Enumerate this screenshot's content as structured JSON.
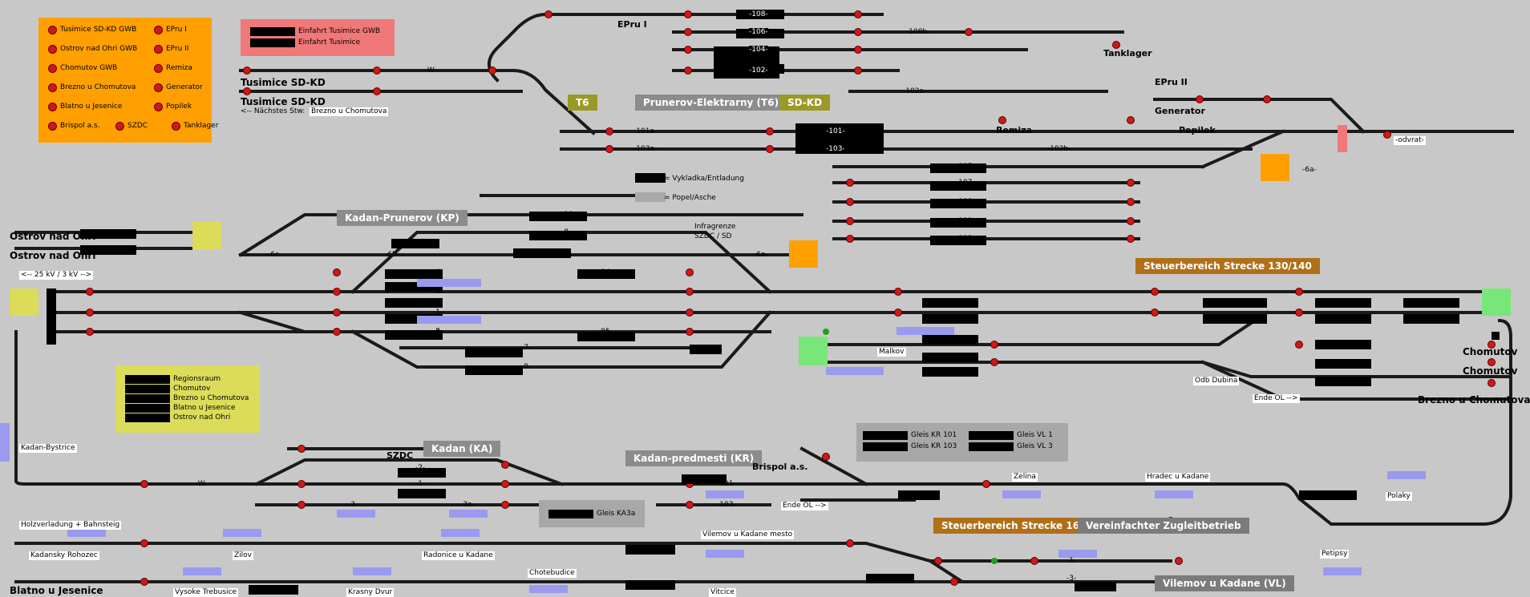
{
  "colors": {
    "background": "#c8c8c8",
    "track": "#1a1a1a",
    "signal_red": "#d01818",
    "signal_green": "#1ea01e",
    "panel_orange": "#ffa000",
    "panel_red": "#f07878",
    "panel_yellow": "#dcdc5a",
    "occupancy_blue": "#9a9af0",
    "zone_green": "#78e678"
  },
  "stations": {
    "tusimice_1": "Tusimice SD-KD",
    "tusimice_2": "Tusimice SD-KD",
    "ostrov_1": "Ostrov nad Ohri",
    "ostrov_2": "Ostrov nad Ohri",
    "chomutov_1": "Chomutov",
    "chomutov_2": "Chomutov",
    "brezno": "Brezno u Chomutova",
    "blatno": "Blatno u Jesenice",
    "epru1": "EPru I",
    "epru2": "EPru II",
    "tanklager": "Tanklager",
    "generator": "Generator",
    "popilek": "Popilek",
    "remiza": "Remiza",
    "szdc": "SZDC",
    "brispol": "Brispol a.s."
  },
  "banners": {
    "t6": "T6",
    "prunerov_elektrarny": "Prunerov-Elektrarny (T6)",
    "sd_kd": "SD-KD",
    "kadan_prunerov": "Kadan-Prunerov (KP)",
    "kadan_ka": "Kadan (KA)",
    "kadan_predmesti": "Kadan-predmesti (KR)",
    "steuer_130_140": "Steuerbereich Strecke 130/140",
    "steuer_164": "Steuerbereich Strecke 164",
    "vereinfachter": "Vereinfachter Zugleitbetrieb",
    "vilemov_vl": "Vilemov u Kadane (VL)"
  },
  "orange_panel": {
    "left": [
      "Tusimice SD-KD GWB",
      "Ostrov nad Ohri GWB",
      "Chomutov GWB",
      "Brezno u Chomutova",
      "Blatno u Jesenice",
      "Brispol a.s."
    ],
    "right": [
      "EPru I",
      "EPru II",
      "Remiza",
      "Generator",
      "Popilek",
      "Tanklager"
    ],
    "extra": "SZDC"
  },
  "red_panel": [
    "Einfahrt Tusimice GWB",
    "Einfahrt Tusimice"
  ],
  "yellow_panel": [
    "Regionsraum",
    "Chomutov",
    "Brezno u Chomutova",
    "Blatno u Jesenice",
    "Ostrov nad Ohri"
  ],
  "gray_panel": {
    "a": "Gleis KR 101",
    "b": "Gleis KR 103",
    "c": "Gleis VL 1",
    "d": "Gleis VL 3"
  },
  "gleis_ka3a": "Gleis KA3a",
  "legend": {
    "black": "= Vykladka/Entladung",
    "gray": "= Popel/Asche"
  },
  "notes": {
    "naechstes": "<-- Nächstes Stw:",
    "naechstes_target": "Brezno u Chomutova",
    "kv": "<-- 25 kV / 3 kV -->",
    "infragrenze": "Infragrenze",
    "szdc_sd": "SZDC / SD",
    "ende_ol_1": "Ende OL -->",
    "ende_ol_2": "Ende OL -->",
    "odb_dubina": "Odb Dubina",
    "malkov": "Malkov",
    "zelina": "Zelina",
    "hradec": "Hradec u Kadane",
    "polaky": "Polaky",
    "petipsy": "Petipsy",
    "kadan_bystrice": "Kadan-Bystrice",
    "holzverladung": "Holzverladung + Bahnsteig",
    "kadansky_rohozec": "Kadansky Rohozec",
    "zilov": "Zilov",
    "radonice": "Radonice u Kadane",
    "vilemov_mesto": "Vilemov u Kadane mesto",
    "chotebudice": "Chotebudice",
    "vysoke": "Vysoke Trebusice",
    "krasny": "Krasny Dvur",
    "vitcice": "Vitcice",
    "odvrat": "-odvrat-"
  },
  "track_labels": {
    "t108": "-108-",
    "t106": "-106-",
    "t104": "-104-",
    "t102": "-102-",
    "t108b": "-108b-",
    "t101a": "-101a-",
    "t103a": "-103a-",
    "t101": "-101-",
    "t103": "-103-",
    "t103b": "-103b-",
    "t102c": "-102c-",
    "t105": "-105-",
    "t107": "-107-",
    "t109": "-109-",
    "t111": "-111-",
    "t113": "-113-",
    "t10": "-10-",
    "t8": "-8-",
    "t6": "-6-",
    "t4": "-4-",
    "t2": "-2-",
    "t1": "-1-",
    "t3": "-3-",
    "t5": "-5-",
    "t7": "-7-",
    "t9": "-9-",
    "t94": "-94-",
    "t95": "-95-",
    "t6a": "-6a-",
    "t6b": "-6b-",
    "t6c": "-6c-",
    "t6a2": "-6a-",
    "w": "-W-",
    "ka_w": "-W-",
    "ka_2": "-2-",
    "ka_1": "-1-",
    "ka_3": "-3-",
    "ka_3a": "-3a-",
    "kr_101": "-101-",
    "kr_103": "-103-",
    "vl_1": "-1-",
    "vl_3": "-3-"
  }
}
